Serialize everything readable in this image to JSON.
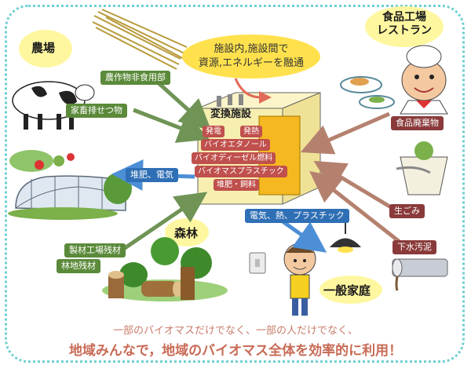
{
  "zones": {
    "farm": "農場",
    "restaurant": "食品工場\nレストラン",
    "forest": "森林",
    "household": "一般家庭"
  },
  "bubble": {
    "line1": "施設内,施設間で",
    "line2": "資源,エネルギーを融通"
  },
  "conversion": {
    "title": "変換施設",
    "items": [
      "発電",
      "発熱",
      "バイオエタノール",
      "バイオディーゼル燃料",
      "バイオマスプラスチック",
      "堆肥・飼料"
    ]
  },
  "flows": {
    "crop_waste": "農作物非食用部",
    "livestock_waste": "家畜排せつ物",
    "compost_electricity": "堆肥、電気",
    "food_waste": "食品廃棄物",
    "kitchen_garbage": "生ごみ",
    "sewage_sludge": "下水汚泥",
    "to_household": "電気、熱、プラスチック",
    "lumber_waste": "製材工場残材",
    "forest_residue": "林地残材"
  },
  "footer": {
    "line1": "一部のバイオマスだけでなく、一部の人だけでなく、",
    "line2": "地域みんなで，地域のバイオマス全体を効率的に利用！"
  },
  "colors": {
    "green_label": "#5b8a3a",
    "blue_label": "#2f6fb5",
    "maroon_label": "#8a3a3a",
    "building": "#f7efb0",
    "tower": "#f5b820",
    "bubble": "#ffe14d",
    "footer_text": "#c87b6a"
  }
}
